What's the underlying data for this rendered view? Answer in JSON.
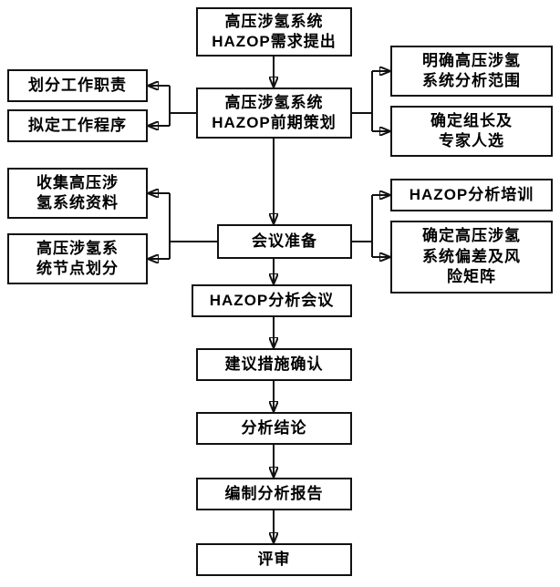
{
  "boxes": {
    "demand": {
      "label": "高压涉氢系统\nHAZOP需求提出"
    },
    "planning": {
      "label": "高压涉氢系统\nHAZOP前期策划"
    },
    "duty": {
      "label": "划分工作职责"
    },
    "procedure": {
      "label": "拟定工作程序"
    },
    "scope": {
      "label": "明确高压涉氢\n系统分析范围"
    },
    "leader": {
      "label": "确定组长及\n专家人选"
    },
    "collect": {
      "label": "收集高压涉\n氢系统资料"
    },
    "nodes": {
      "label": "高压涉氢系\n统节点划分"
    },
    "meeting_prep": {
      "label": "会议准备"
    },
    "training": {
      "label": "HAZOP分析培训"
    },
    "matrix": {
      "label": "确定高压涉氢\n系统偏差及风\n险矩阵"
    },
    "hazop_meeting": {
      "label": "HAZOP分析会议"
    },
    "measures": {
      "label": "建议措施确认"
    },
    "conclusion": {
      "label": "分析结论"
    },
    "report": {
      "label": "编制分析报告"
    },
    "review": {
      "label": "评审"
    }
  },
  "style": {
    "line_color": "#111111",
    "box_background": "#ffffff",
    "text_color": "#000000"
  }
}
